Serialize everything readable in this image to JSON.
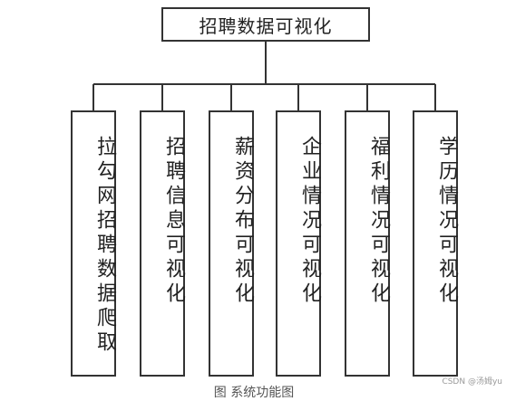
{
  "diagram": {
    "root": "招聘数据可视化",
    "children": [
      "拉勾网招聘数据爬取",
      "招聘信息可视化",
      "薪资分布可视化",
      "企业情况可视化",
      "福利情况可视化",
      "学历情况可视化"
    ]
  },
  "caption": "图 系统功能图",
  "watermark": "CSDN @汤姆yu"
}
